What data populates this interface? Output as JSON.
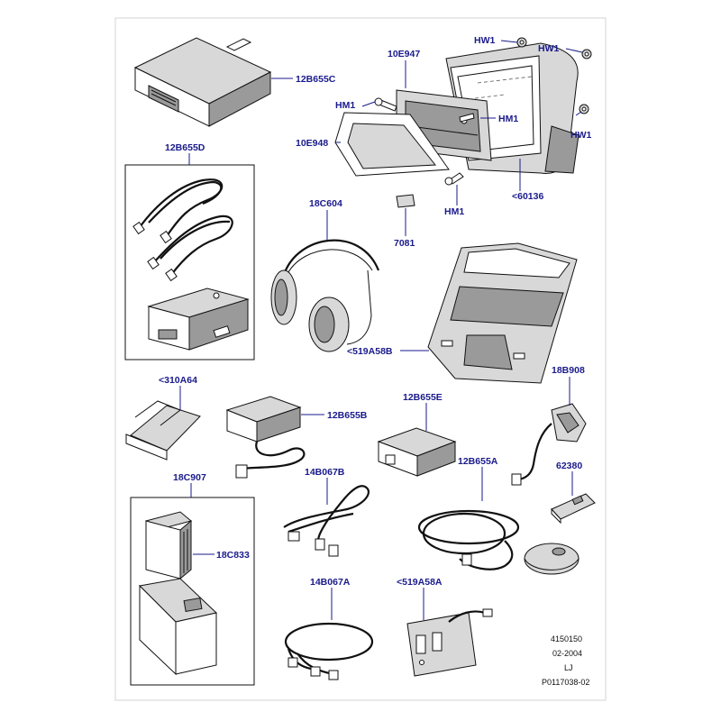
{
  "diagram": {
    "labels": {
      "hw1_a": "HW1",
      "hw1_b": "HW1",
      "hw1_c": "HW1",
      "p10E947": "10E947",
      "hm1_a": "HM1",
      "hm1_b": "HM1",
      "hm1_c": "HM1",
      "p10E948": "10E948",
      "p60136": "<60136",
      "p12B655C": "12B655C",
      "p12B655D": "12B655D",
      "p18C604": "18C604",
      "p7081": "7081",
      "p519A58B": "<519A58B",
      "p310A64": "<310A64",
      "p12B655B": "12B655B",
      "p12B655E": "12B655E",
      "p18B908": "18B908",
      "p18C907": "18C907",
      "p18C833": "18C833",
      "p14B067B": "14B067B",
      "p12B655A": "12B655A",
      "p62380": "62380",
      "p14B067A": "14B067A",
      "p519A58A": "<519A58A"
    },
    "footer": {
      "line1": "4150150",
      "line2": "02-2004",
      "line3": "LJ",
      "line4": "P0117038-02"
    }
  }
}
